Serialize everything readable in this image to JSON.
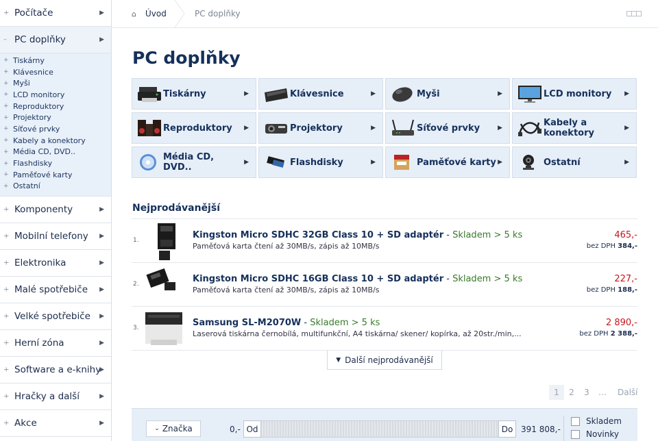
{
  "sidebar": {
    "items": [
      {
        "label": "Počítače"
      },
      {
        "label": "PC doplňky"
      },
      {
        "label": "Komponenty"
      },
      {
        "label": "Mobilní telefony"
      },
      {
        "label": "Elektronika"
      },
      {
        "label": "Malé spotřebiče"
      },
      {
        "label": "Velké spotřebiče"
      },
      {
        "label": "Herní zóna"
      },
      {
        "label": "Software a e-knihy"
      },
      {
        "label": "Hračky a další"
      },
      {
        "label": "Akce"
      }
    ],
    "subitems": [
      "Tiskárny",
      "Klávesnice",
      "Myši",
      "LCD monitory",
      "Reproduktory",
      "Projektory",
      "Síťové prvky",
      "Kabely a konektory",
      "Média CD, DVD..",
      "Flashdisky",
      "Paměťové karty",
      "Ostatní"
    ]
  },
  "breadcrumb": {
    "home": "Úvod",
    "current": "PC doplňky"
  },
  "page": {
    "title": "PC doplňky"
  },
  "categories": [
    {
      "label": "Tiskárny",
      "icon": "printer-icon"
    },
    {
      "label": "Klávesnice",
      "icon": "keyboard-icon"
    },
    {
      "label": "Myši",
      "icon": "mouse-icon"
    },
    {
      "label": "LCD monitory",
      "icon": "monitor-icon"
    },
    {
      "label": "Reproduktory",
      "icon": "speakers-icon"
    },
    {
      "label": "Projektory",
      "icon": "projector-icon"
    },
    {
      "label": "Síťové prvky",
      "icon": "router-icon"
    },
    {
      "label": "Kabely a konektory",
      "icon": "cable-icon"
    },
    {
      "label": "Média CD, DVD..",
      "icon": "disc-icon"
    },
    {
      "label": "Flashdisky",
      "icon": "flashdrive-icon"
    },
    {
      "label": "Paměťové karty",
      "icon": "memory-card-icon"
    },
    {
      "label": "Ostatní",
      "icon": "webcam-icon"
    }
  ],
  "bestsellers": {
    "title": "Nejprodávanější",
    "items": [
      {
        "num": "1.",
        "name": "Kingston Micro SDHC 32GB Class 10 + SD adaptér",
        "stock": "Skladem > 5 ks",
        "desc": "Paměťová karta čtení až 30MB/s, zápis až 10MB/s",
        "price": "465,-",
        "net_label": "bez DPH",
        "net_price": "384,-"
      },
      {
        "num": "2.",
        "name": "Kingston Micro SDHC 16GB Class 10 + SD adaptér",
        "stock": "Skladem > 5 ks",
        "desc": "Paměťová karta čtení až 30MB/s, zápis až 10MB/s",
        "price": "227,-",
        "net_label": "bez DPH",
        "net_price": "188,-"
      },
      {
        "num": "3.",
        "name": "Samsung SL-M2070W",
        "stock": "Skladem > 5 ks",
        "desc": "Laserová tiskárna černobílá, multifunkční, A4 tiskárna/ skener/ kopírka, až 20str./min,...",
        "price": "2 890,-",
        "net_label": "bez DPH",
        "net_price": "2 388,-"
      }
    ],
    "more_label": "Další nejprodávanější"
  },
  "pager": {
    "pages": [
      "1",
      "2",
      "3"
    ],
    "dots": "…",
    "next": "Další"
  },
  "filter": {
    "brand_label": "Značka",
    "min_value": "0,-",
    "from_label": "Od",
    "to_label": "Do",
    "max_value": "391 808,-",
    "checkbox_1": "Skladem",
    "checkbox_2": "Novinky"
  },
  "colors": {
    "accent": "#15305a",
    "price": "#c4151c",
    "stock": "#3a7a2a",
    "tile": "#e6eef8"
  }
}
